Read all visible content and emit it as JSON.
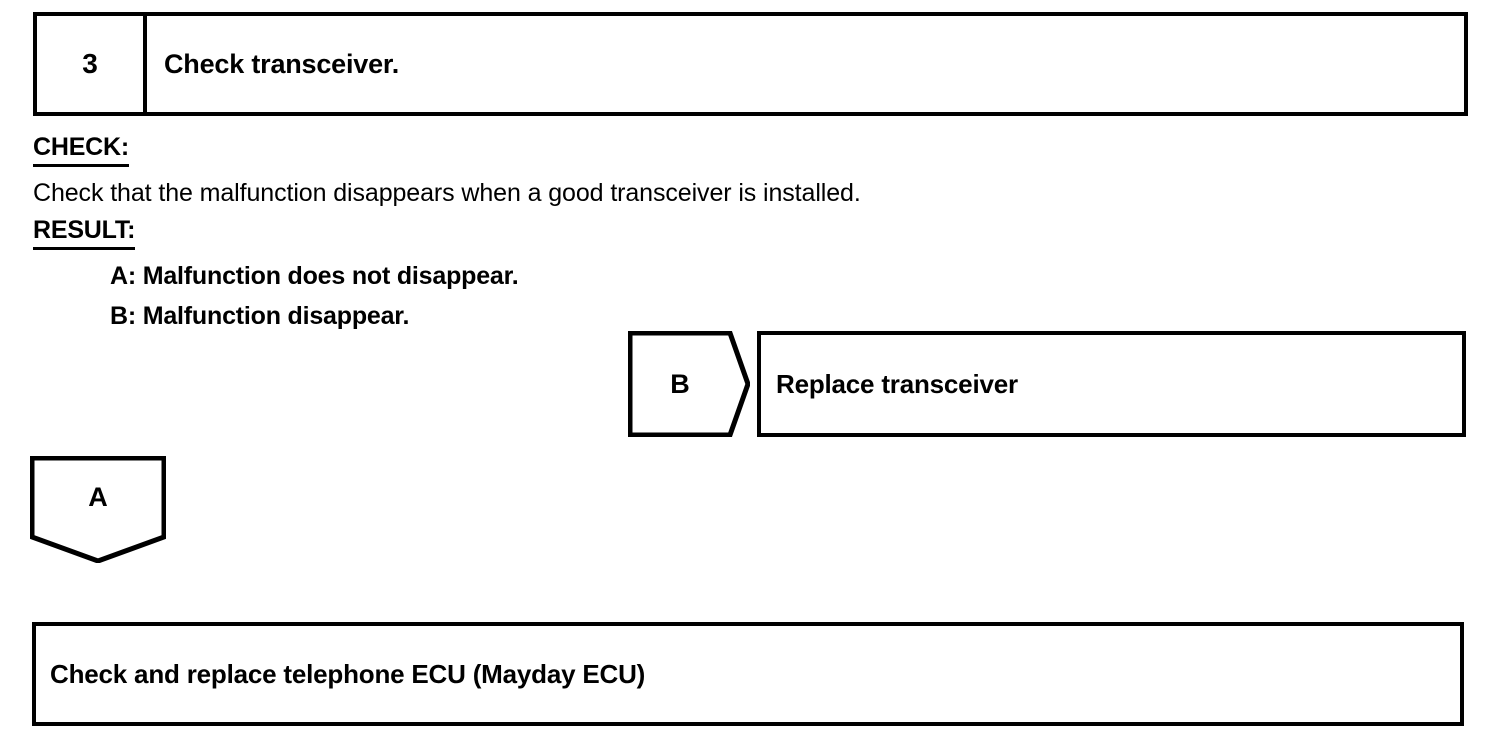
{
  "step": {
    "number": "3",
    "title": "Check transceiver."
  },
  "check": {
    "label": "CHECK:",
    "instruction": "Check that the malfunction disappears when a good transceiver is installed."
  },
  "result": {
    "label": "RESULT:",
    "options": [
      {
        "line": "A: Malfunction does not disappear."
      },
      {
        "line": "B: Malfunction disappear."
      }
    ]
  },
  "branch_b": {
    "letter": "B",
    "action": "Replace transceiver"
  },
  "branch_a": {
    "letter": "A"
  },
  "final_action": {
    "text": "Check and replace telephone ECU (Mayday ECU)"
  },
  "colors": {
    "ink": "#000000",
    "paper": "#ffffff"
  }
}
